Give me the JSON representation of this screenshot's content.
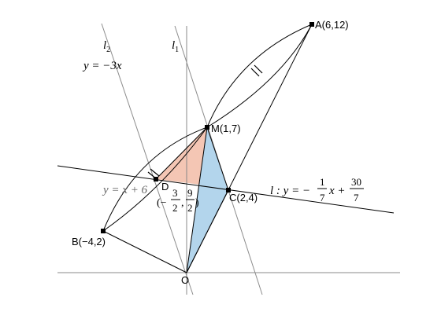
{
  "points": {
    "A": {
      "label": "A(6,12)"
    },
    "M": {
      "label": "M(1,7)"
    },
    "C": {
      "label": "C(2,4)"
    },
    "D": {
      "label": "D"
    },
    "B": {
      "label": "B(−4,2)"
    },
    "O": {
      "label": "O"
    }
  },
  "lines": {
    "l1": {
      "name": "l",
      "sub": "1"
    },
    "l2": {
      "name": "l",
      "sub": "2",
      "equation": "y = −3x"
    },
    "l_eq": {
      "prefix": "l : y = −",
      "num": "1",
      "den": "7",
      "mid": "x +",
      "num2": "30",
      "den2": "7"
    },
    "d_line": {
      "equation": "y = x + 6"
    }
  },
  "d_coord": {
    "open": "(−",
    "n1": "3",
    "d1": "2",
    "sep": ",",
    "n2": "9",
    "d2": "2",
    "close": ")"
  },
  "colors": {
    "salmon": "#f4c6b4",
    "mauve": "#bfa5a5",
    "blue": "#b3d5ec",
    "axis": "#888888",
    "gray_line": "#8c8c8c"
  }
}
